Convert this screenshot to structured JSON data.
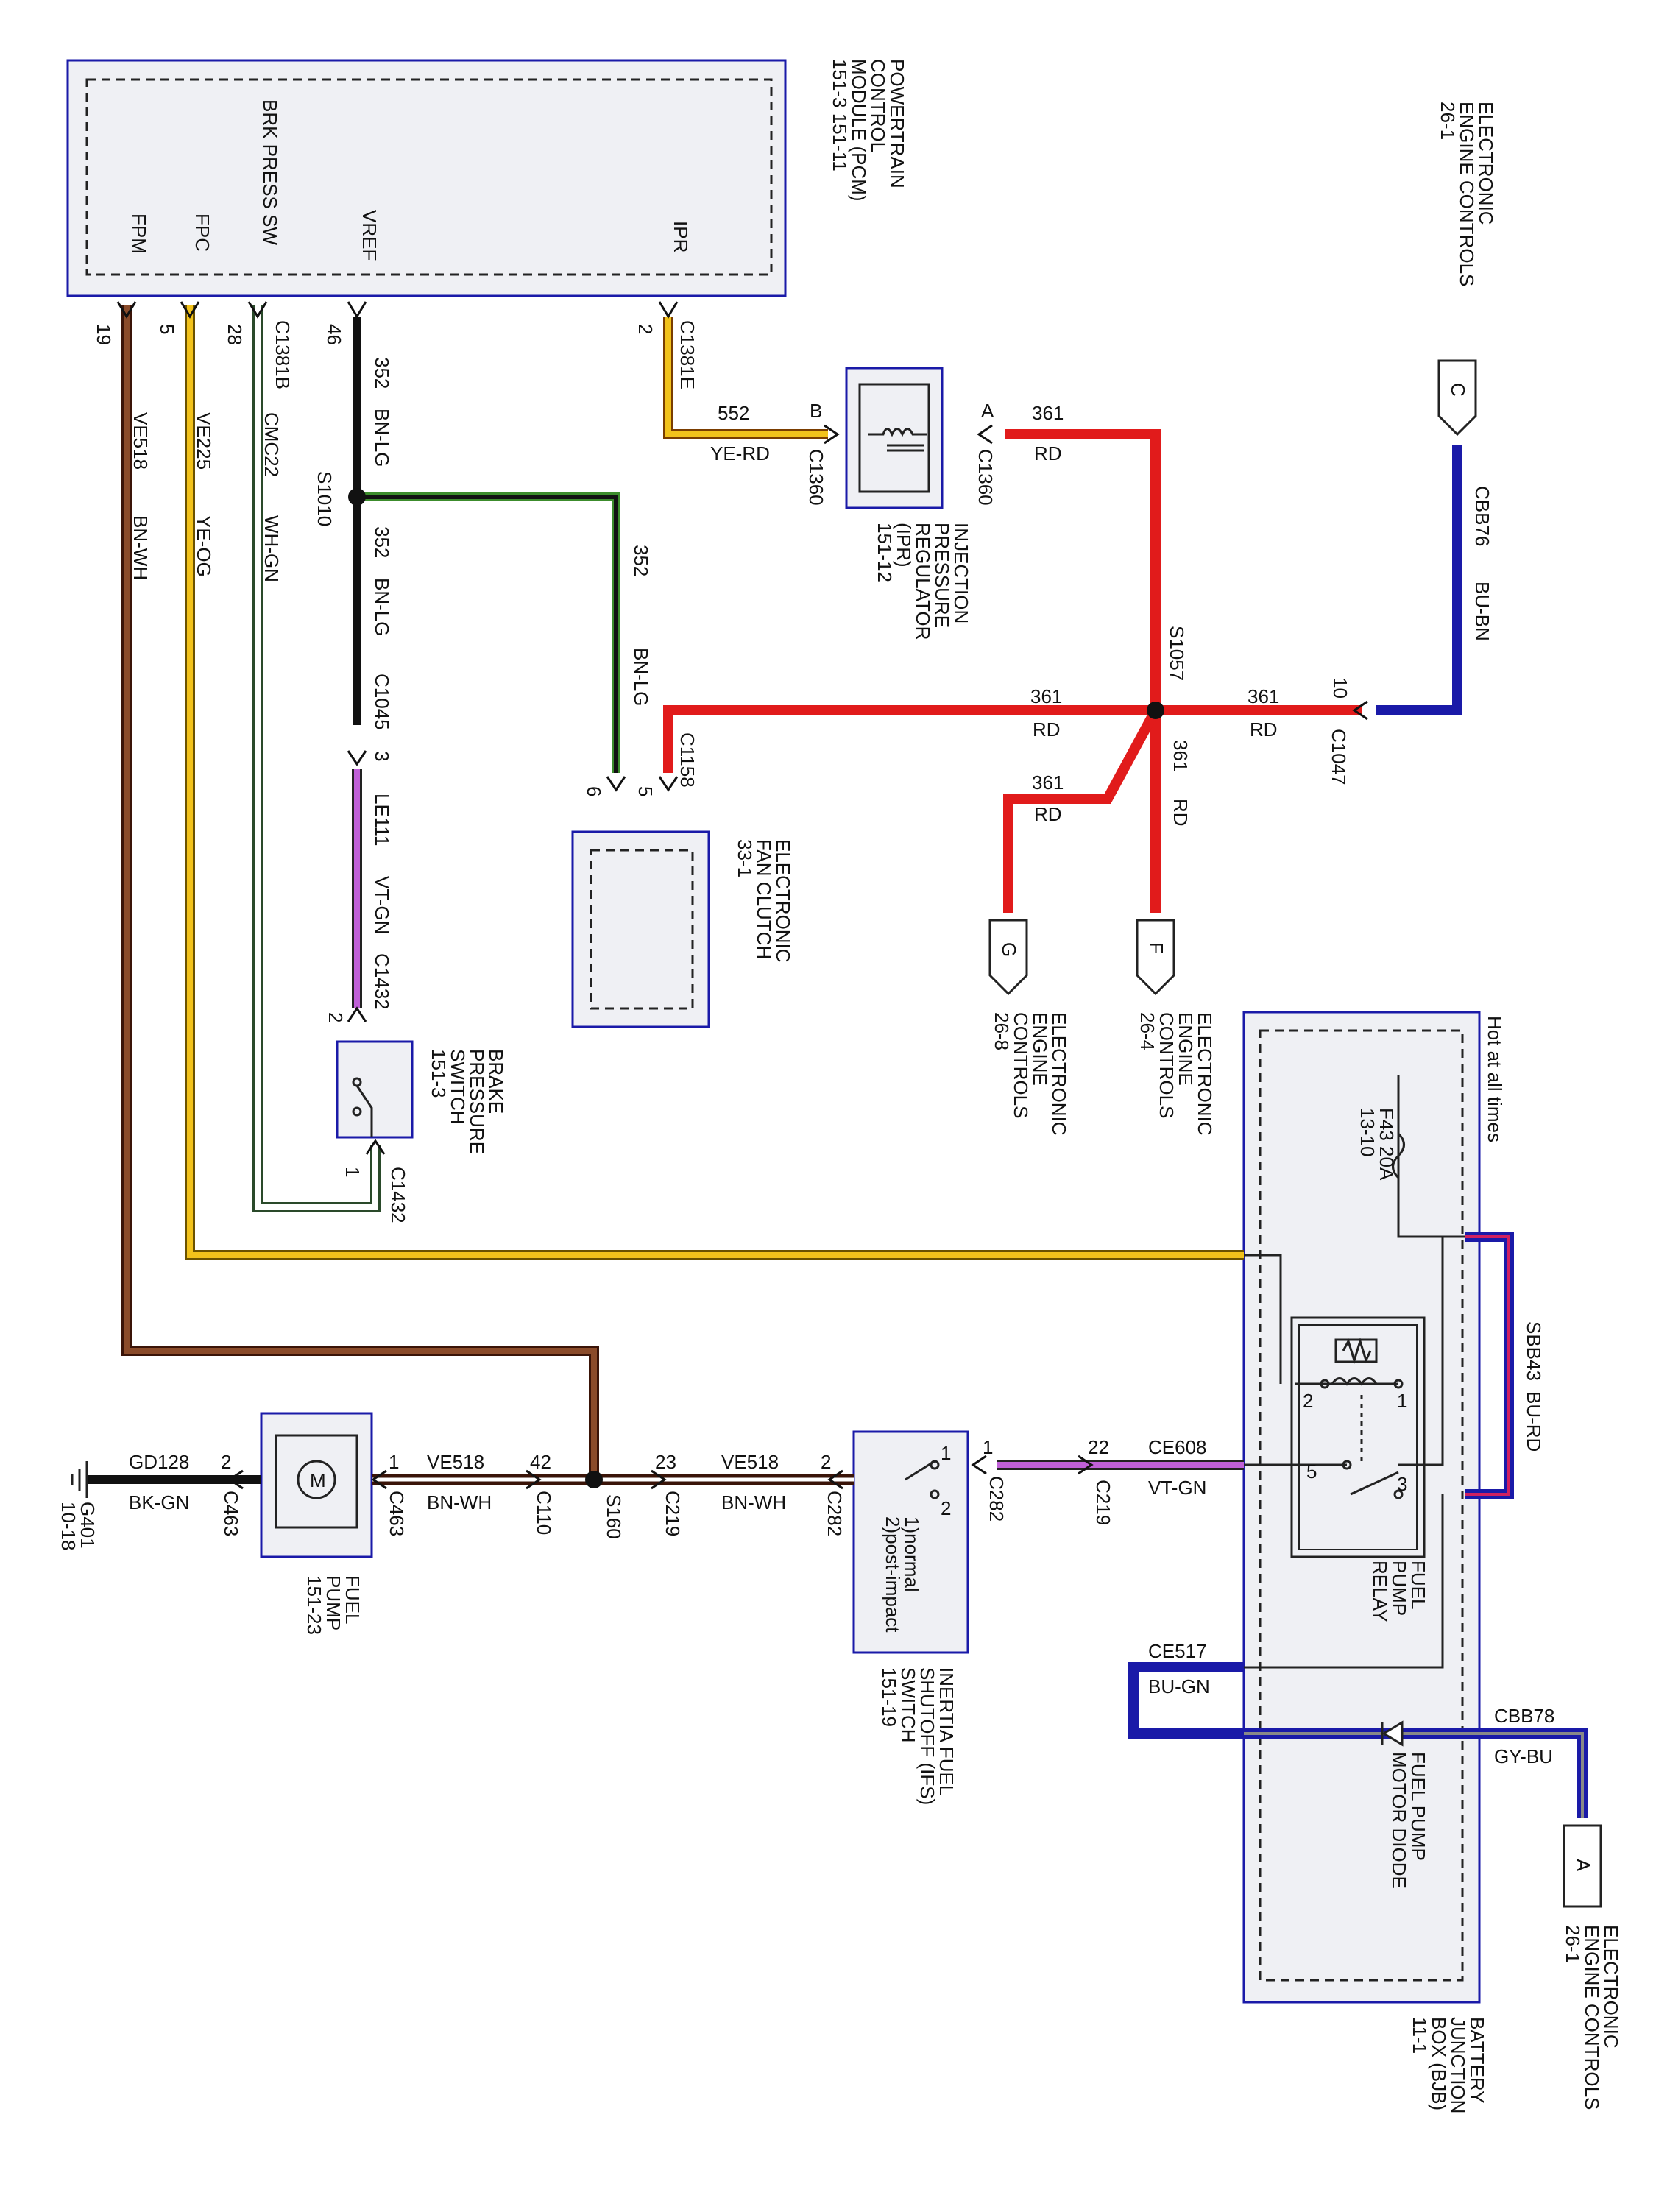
{
  "components": {
    "pcm": {
      "lines": [
        "POWERTRAIN",
        "CONTROL",
        "MODULE (PCM)",
        "151-3   151-11"
      ],
      "pins": {
        "fpm": "FPM",
        "fpc": "FPC",
        "brk": "BRK PRESS SW",
        "vref": "VREF",
        "ipr": "IPR"
      }
    },
    "eec_top": {
      "lines": [
        "ELECTRONIC",
        "ENGINE CONTROLS",
        "26-1"
      ]
    },
    "ipr": {
      "lines": [
        "INJECTION",
        "PRESSURE",
        "REGULATOR",
        "(IPR)",
        "151-12"
      ]
    },
    "fan_clutch": {
      "lines": [
        "ELECTRONIC",
        "FAN CLUTCH",
        "33-1"
      ]
    },
    "eec_g": {
      "lines": [
        "ELECTRONIC",
        "ENGINE",
        "CONTROLS",
        "26-8"
      ]
    },
    "eec_f": {
      "lines": [
        "ELECTRONIC",
        "ENGINE",
        "CONTROLS",
        "26-4"
      ]
    },
    "brake_switch": {
      "lines": [
        "BRAKE",
        "PRESSURE",
        "SWITCH",
        "151-3"
      ]
    },
    "bjb": {
      "lines": [
        "BATTERY",
        "JUNCTION",
        "BOX (BJB)",
        "11-1"
      ],
      "hot": "Hot at all times",
      "fuse": [
        "F43    20A",
        "13-10"
      ]
    },
    "relay": {
      "lines": [
        "FUEL",
        "PUMP",
        "RELAY"
      ]
    },
    "diode": {
      "lines": [
        "FUEL PUMP",
        "MOTOR DIODE"
      ]
    },
    "eec_a": {
      "lines": [
        "ELECTRONIC",
        "ENGINE CONTROLS",
        "26-1"
      ]
    },
    "ifs": {
      "lines": [
        "INERTIA FUEL",
        "SHUTOFF (IFS)",
        "SWITCH",
        "151-19"
      ],
      "states": [
        "1)normal",
        "2)post-impact"
      ]
    },
    "fuel_pump": {
      "lines": [
        "FUEL",
        "PUMP",
        "151-23"
      ],
      "motor": "M"
    },
    "ground": {
      "lines": [
        "G401",
        "10-18"
      ]
    }
  },
  "connectors": {
    "c_c": "C",
    "c_g": "G",
    "c_f": "F",
    "c_a": "A",
    "c1381b": "C1381B",
    "c1381e": "C1381E",
    "c1360": "C1360",
    "c1047": "C1047",
    "c1045": "C1045",
    "c1158": "C1158",
    "c1432": "C1432",
    "c282": "C282",
    "c219": "C219",
    "c110": "C110",
    "c463": "C463"
  },
  "splices": {
    "s1010": "S1010",
    "s1057": "S1057",
    "s160": "S160"
  },
  "pins": {
    "p19": "19",
    "p5": "5",
    "p28": "28",
    "p46": "46",
    "p2": "2",
    "ipr_b": "B",
    "ipr_a": "A",
    "c1047_10": "10",
    "c1045_3": "3",
    "fan_6": "6",
    "fan_5": "5",
    "bps_2": "2",
    "bps_1": "1",
    "relay_1": "1",
    "relay_2": "2",
    "relay_3": "3",
    "relay_5": "5",
    "ifs_1": "1",
    "ifs_2": "2",
    "c282_1": "1",
    "c282_2": "2",
    "c219_22": "22",
    "c219_23": "23",
    "c110_42": "42",
    "fp_1": "1",
    "fp_2": "2"
  },
  "wires": {
    "w552": "552",
    "w552c": "YE-RD",
    "w361a": "361",
    "w361ac": "RD",
    "w361b": "361",
    "w361bc": "RD",
    "w361c": "361",
    "w361cc": "RD",
    "w361d": "361",
    "w361dc": "RD",
    "w361e": "361",
    "w361ec": "RD",
    "cbb76": "CBB76",
    "cbb76c": "BU-BN",
    "w352a": "352",
    "w352ac": "BN-LG",
    "w352b": "352",
    "w352bc": "BN-LG",
    "w352c": "352",
    "w352cc": "BN-LG",
    "le111": "LE111",
    "le111c": "VT-GN",
    "ve518a": "VE518",
    "ve518ac": "BN-WH",
    "ve225": "VE225",
    "ve225c": "YE-OG",
    "cmc22": "CMC22",
    "cmc22c": "WH-GN",
    "ce608": "CE608",
    "ce608c": "VT-GN",
    "ve518b": "VE518",
    "ve518bc": "BN-WH",
    "ve518c": "VE518",
    "ve518cc": "BN-WH",
    "gd128": "GD128",
    "gd128c": "BK-GN",
    "sbb43": "SBB43",
    "sbb43c": "BU-RD",
    "ce517": "CE517",
    "ce517c": "BU-GN",
    "cbb78": "CBB78",
    "cbb78c": "GY-BU"
  },
  "colors": {
    "red": "#e11b1b",
    "yellow": "#f2c21b",
    "blue": "#1a1aa8",
    "brown": "#5a2a10",
    "violet": "#9a3cb4",
    "green": "#3c8c2c",
    "box_fill": "#eff0f4"
  }
}
